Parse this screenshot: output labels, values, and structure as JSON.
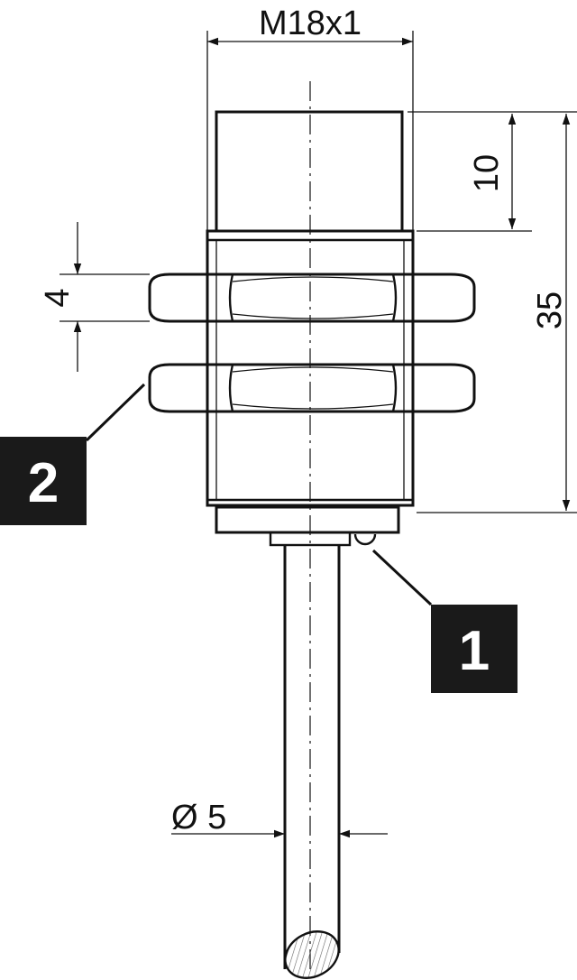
{
  "dimensions": {
    "thread": "M18x1",
    "length_top": "10",
    "length_total": "35",
    "nut_height": "4",
    "cable_diameter": "Ø 5"
  },
  "callouts": [
    {
      "number": "1"
    },
    {
      "number": "2"
    }
  ],
  "colors": {
    "line": "#111111",
    "callout_bg": "#1a1a1a",
    "callout_text": "#ffffff",
    "hatch": "#555555"
  }
}
